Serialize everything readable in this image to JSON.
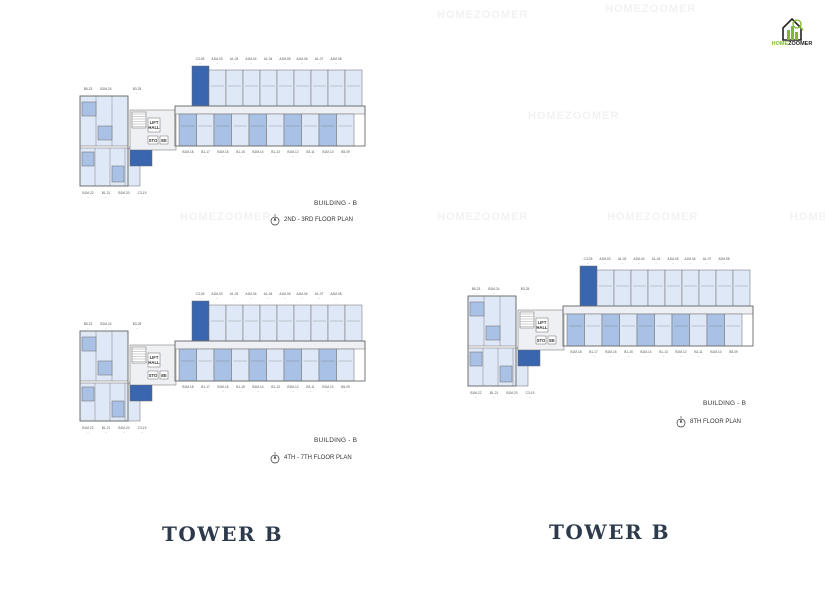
{
  "brand": {
    "name_part1": "HOME",
    "name_part2": "ZOOMER",
    "watermark": "HOMEZOOMER",
    "primary_color": "#7dbb2b",
    "text_color": "#222222"
  },
  "colors": {
    "unit_light": "#dfe8f6",
    "unit_medium": "#a9c1e4",
    "unit_dark": "#3a66b0",
    "corridor": "#eef0f3",
    "wall": "#6a6a6a",
    "title": "#2d3a4c"
  },
  "plans": {
    "left_top": {
      "building": "BUILDING - B",
      "floor": "2ND - 3RD FLOOR PLAN",
      "top_units": [
        "C3-05",
        "A1M-03",
        "A1-03",
        "A1M-04",
        "A1-04",
        "A1M-05",
        "A1M-06",
        "A1-07",
        "A2M-08"
      ],
      "bottom_units": [
        "B1M-18",
        "B1-17",
        "B1M-16",
        "B1-15",
        "B1M-14",
        "B1-13",
        "B1M-12",
        "B3-11",
        "B1M-10",
        "B5-09"
      ],
      "left_units": [
        "B5-23",
        "B1M-24",
        "B3-25"
      ],
      "left_bottom_units": [
        "B1M-22",
        "B1-21",
        "B1M-20",
        "C3-19"
      ],
      "rooms": [
        "LIFT HALL",
        "STO",
        "EE"
      ]
    },
    "left_bottom": {
      "building": "BUILDING - B",
      "floor": "4TH - 7TH FLOOR PLAN",
      "top_units": [
        "C3-05",
        "A1M-03",
        "A1-03",
        "A1M-04",
        "A1-04",
        "A1M-05",
        "A1M-06",
        "A1-07",
        "A2M-08"
      ],
      "bottom_units": [
        "B1M-18",
        "B1-17",
        "B1M-16",
        "B1-15",
        "B1M-14",
        "B1-13",
        "B1M-12",
        "B3-11",
        "B1M-10",
        "B5-09"
      ],
      "left_units": [
        "B5-23",
        "B1M-24",
        "B3-25"
      ],
      "left_bottom_units": [
        "B1M-22",
        "B1-21",
        "B1M-20",
        "C3-19"
      ],
      "rooms": [
        "LIFT HALL",
        "STO",
        "EE"
      ]
    },
    "right": {
      "building": "BUILDING - B",
      "floor": "8TH FLOOR PLAN",
      "top_units": [
        "C3-05",
        "A1M-03",
        "A1-03",
        "A1M-04",
        "A1-04",
        "A1M-05",
        "A1M-06",
        "A1-07",
        "A2M-08"
      ],
      "bottom_units": [
        "B1M-18",
        "B1-17",
        "B1M-16",
        "B1-15",
        "B1M-14",
        "B1-13",
        "B1M-12",
        "B3-11",
        "B1M-10",
        "B5-09"
      ],
      "left_units": [
        "B5-23",
        "B1M-24",
        "B3-25"
      ],
      "left_bottom_units": [
        "B1M-22",
        "B1-21",
        "B1M-20",
        "C3-19"
      ],
      "rooms": [
        "LIFT HALL",
        "STO",
        "EE"
      ]
    }
  },
  "titles": {
    "left": "TOWER B",
    "right": "TOWER B"
  }
}
